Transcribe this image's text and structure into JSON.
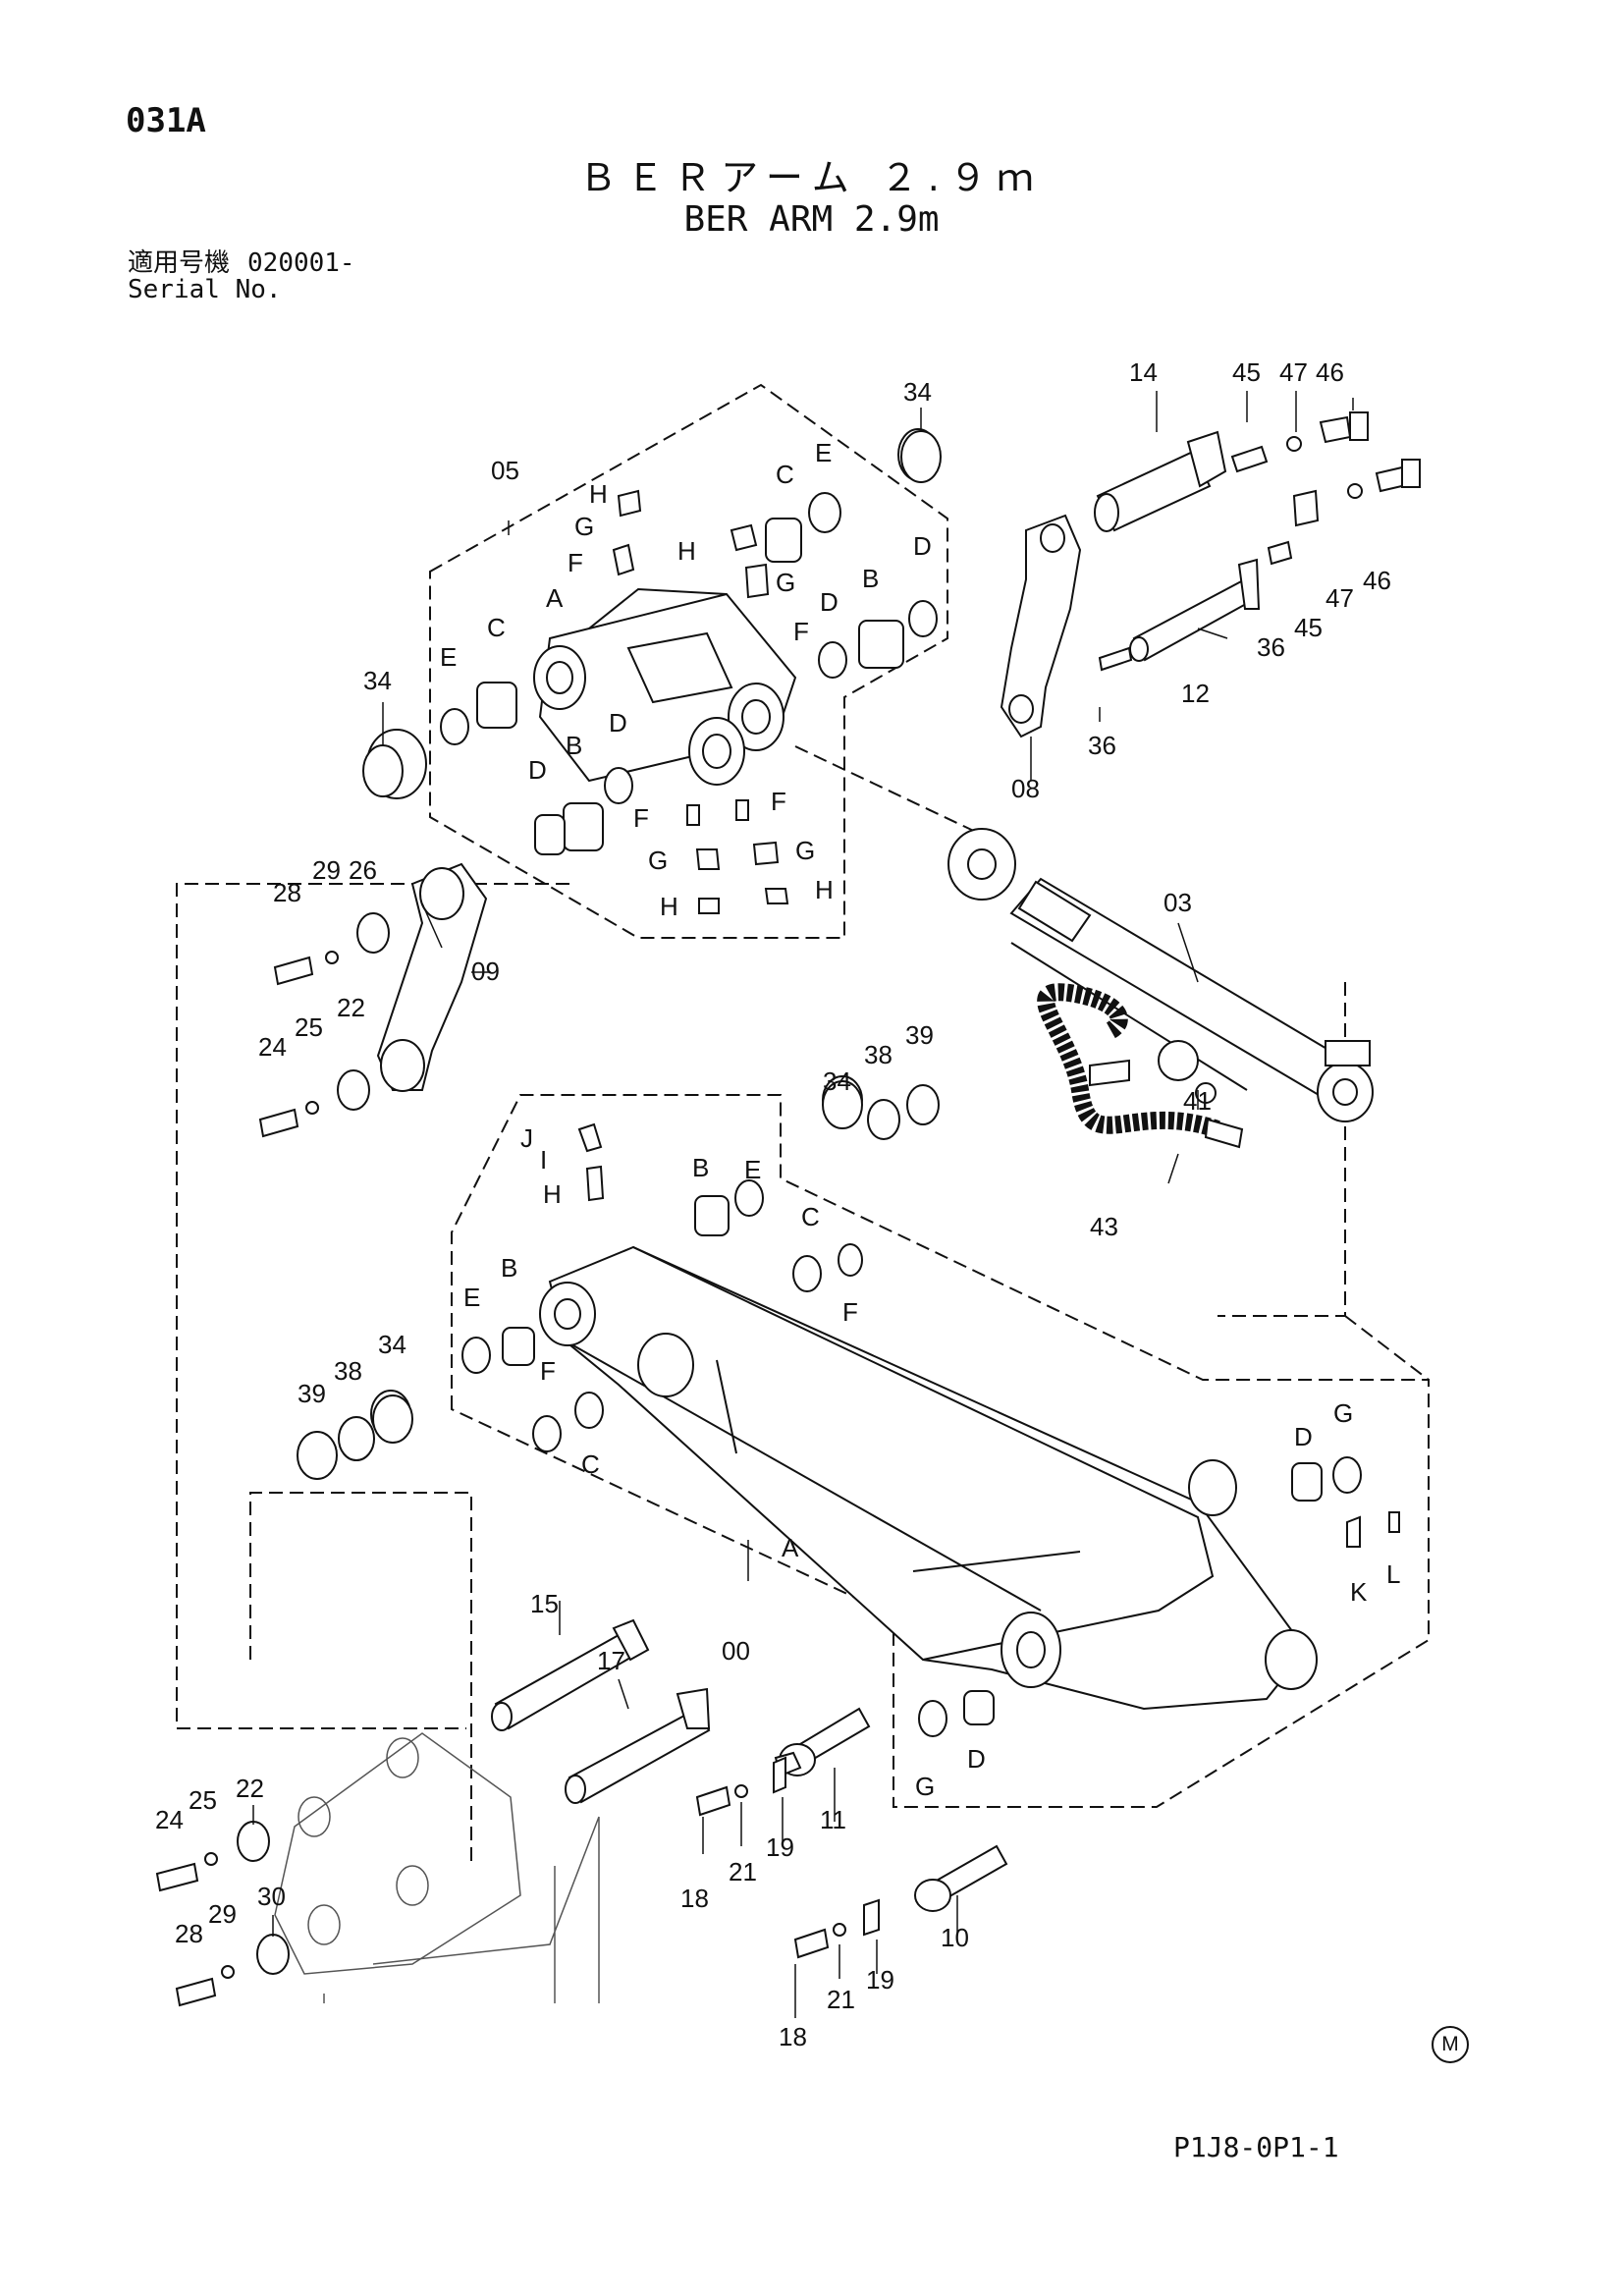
{
  "header": {
    "page_code": "031A",
    "title_jp": "ＢＥＲアーム ２.９ｍ",
    "title_en": "BER ARM 2.9m",
    "serial_label_jp": "適用号機",
    "serial_value": "020001-",
    "serial_label_en": "Serial No."
  },
  "footer": {
    "mark": "M",
    "figure_code": "P1J8-0P1-1"
  },
  "callouts": {
    "n00": "00",
    "n03": "03",
    "n05": "05",
    "n08": "08",
    "n09": "09",
    "n10": "10",
    "n11": "11",
    "n12": "12",
    "n14": "14",
    "n15": "15",
    "n17": "17",
    "n18": "18",
    "n19": "19",
    "n21": "21",
    "n22": "22",
    "n24": "24",
    "n25": "25",
    "n26": "26",
    "n28": "28",
    "n29": "29",
    "n30": "30",
    "n34": "34",
    "n36": "36",
    "n38": "38",
    "n39": "39",
    "n41": "41",
    "n43": "43",
    "n45": "45",
    "n46": "46",
    "n47": "47",
    "A": "A",
    "B": "B",
    "C": "C",
    "D": "D",
    "E": "E",
    "F": "F",
    "G": "G",
    "H": "H",
    "I": "I",
    "J": "J",
    "K": "K",
    "L": "L"
  }
}
